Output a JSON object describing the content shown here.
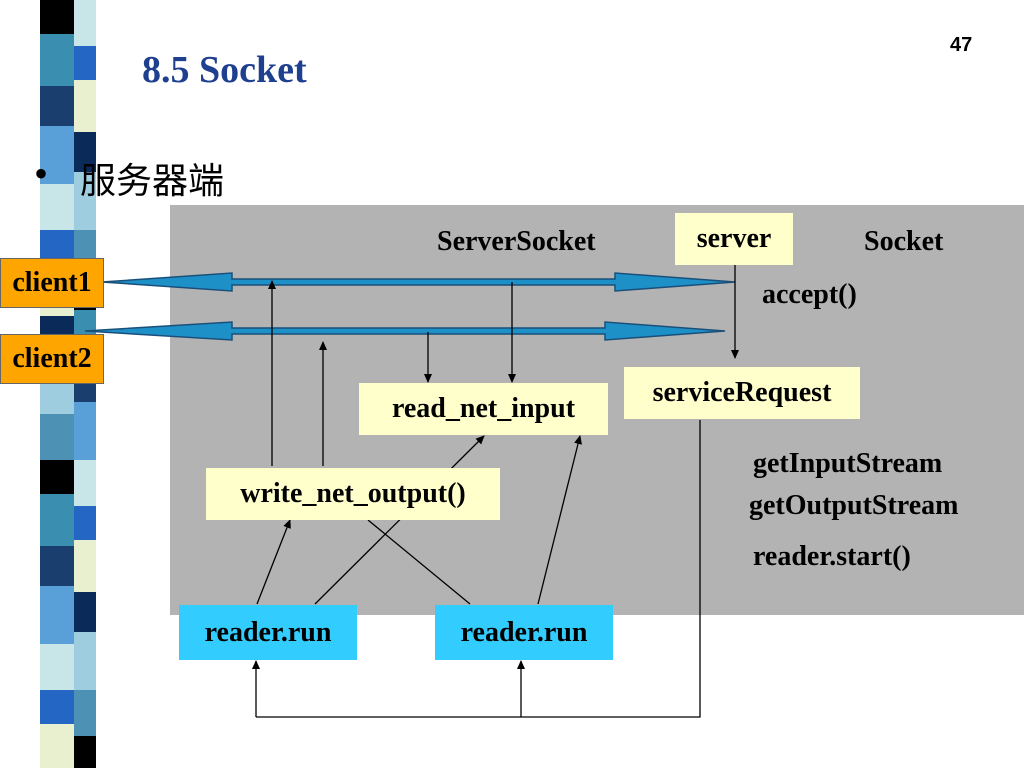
{
  "slide": {
    "title": "8.5 Socket",
    "page_number": "47",
    "bullet": "•",
    "bullet_text": "服务器端"
  },
  "diagram": {
    "labels": {
      "server_socket": "ServerSocket",
      "server": "server",
      "socket": "Socket",
      "accept": "accept()",
      "client1": "client1",
      "client2": "client2",
      "service_request": "serviceRequest",
      "read_net_input": "read_net_input",
      "write_net_output": "write_net_output()",
      "get_input_stream": "getInputStream",
      "get_output_stream": "getOutputStream",
      "reader_start": "reader.start()",
      "reader_run_1": "reader.run",
      "reader_run_2": "reader.run"
    },
    "colors": {
      "panel": "#b3b3b3",
      "box_yellow": "#ffffcc",
      "box_orange": "#ffa500",
      "box_cyan": "#33ccff",
      "connection_arrow": "#1e90c8",
      "title": "#1f3f8f"
    }
  }
}
